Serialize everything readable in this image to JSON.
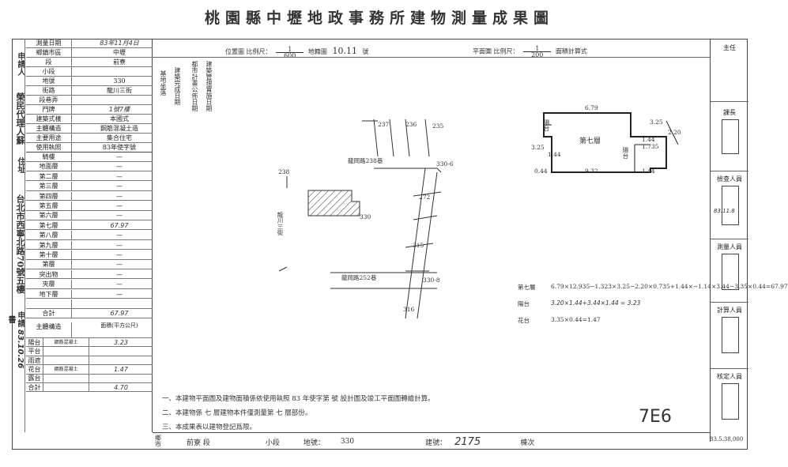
{
  "title": "桃園縣中壢地政事務所建物測量成果圖",
  "header": {
    "location_map_label": "位置圖 比例尺：",
    "location_scale_num": "1",
    "location_scale_den": "600",
    "sheet_label": "地籍圖",
    "sheet_no": "10.11",
    "sheet_suffix": "號",
    "plan_label": "平面圖 比例尺：",
    "plan_scale_num": "1",
    "plan_scale_den": "200",
    "area_method": "面積計算式"
  },
  "left_table": {
    "applicant_label": "申請人",
    "applicant_name": "榮民代理人蘇",
    "date_label": "測量日期",
    "date_value": "83年11月4日",
    "district_label": "鄉鎮市區",
    "district_value": "中壢",
    "section_label": "段",
    "section_value": "前寮",
    "subsection_label": "小段",
    "land_no_label": "地號",
    "land_no_value": "330",
    "street_label": "街路",
    "street_value": "龍川三街",
    "lane_label": "段巷弄",
    "number_label": "門牌",
    "number_value": "1號7樓",
    "material_label": "建築式樣",
    "material_value": "本國式",
    "structure_label": "主體構造",
    "structure_value": "鋼筋混凝土造",
    "use_label": "主要用途",
    "use_value": "集合住宅",
    "permit_label": "使用執照",
    "permit_value": "83年使字號",
    "address_label": "住址",
    "address_value": "台北市西寧北路70號五樓",
    "floors": [
      {
        "label": "騎樓",
        "value": "—"
      },
      {
        "label": "地面層",
        "value": "—"
      },
      {
        "label": "第二層",
        "value": "—"
      },
      {
        "label": "第三層",
        "value": "—"
      },
      {
        "label": "第四層",
        "value": "—"
      },
      {
        "label": "第五層",
        "value": "—"
      },
      {
        "label": "第六層",
        "value": "—"
      },
      {
        "label": "第七層",
        "value": "67.97"
      },
      {
        "label": "第八層",
        "value": "—"
      },
      {
        "label": "第九層",
        "value": "—"
      },
      {
        "label": "第十層",
        "value": "—"
      },
      {
        "label": "第層",
        "value": "—"
      },
      {
        "label": "突出物",
        "value": "—"
      },
      {
        "label": "夾層",
        "value": "—"
      },
      {
        "label": "地下層",
        "value": "—"
      },
      {
        "label": "",
        "value": ""
      },
      {
        "label": "合計",
        "value": "67.97"
      }
    ],
    "reg_date_label": "申請書",
    "reg_date_value": "83.10.26",
    "attach_header": "主體構造",
    "attach_area_label": "面積(平方公尺)",
    "attach": [
      {
        "label": "陽台",
        "structure": "鋼筋混凝土",
        "value": "3.23"
      },
      {
        "label": "平台",
        "structure": "",
        "value": ""
      },
      {
        "label": "雨遮",
        "structure": "",
        "value": ""
      },
      {
        "label": "花台",
        "structure": "鋼筋混凝土",
        "value": "1.47"
      },
      {
        "label": "露台",
        "structure": "",
        "value": ""
      },
      {
        "label": "合計",
        "structure": "",
        "value": "4.70"
      }
    ]
  },
  "vertical_labels": {
    "dates": "建築完成日期",
    "city_plan": "都市計畫公佈日期",
    "permit_date": "建築管理實施日期",
    "survey": "基地坐落"
  },
  "map": {
    "road_top": "龍岡路238巷",
    "road_side": "龍川三街",
    "road_bottom": "龍岡路252巷",
    "lots": [
      "237",
      "236",
      "235",
      "330-6",
      "272",
      "238",
      "330",
      "315",
      "330-8",
      "316"
    ]
  },
  "plan": {
    "floor_label": "第七層",
    "balcony_label": "陽台",
    "flower_label": "花台",
    "dims": [
      "6.79",
      "3.25",
      "2.20",
      "1.44",
      "1.735",
      "3.25",
      "0.44",
      "1.44",
      "9.32",
      "1.44"
    ]
  },
  "calc": [
    {
      "label": "第七層",
      "formula": "6.79×12.935−1.323×3.25−2.20×0.735+1.44×−1.14×3.44−3.35×0.44=67.97"
    },
    {
      "label": "陽台",
      "formula": "3.20×1.44+3.44×1.44 = 3.23"
    },
    {
      "label": "花台",
      "formula": "3.35×0.44=1.47"
    }
  ],
  "notes": [
    "一、本建物平面圖及建物面積係依使用執照 83 年使字第  號 設計圖及竣工平面圖轉繪計算。",
    "二、本建物係  七  層建物本件僅測量第  七  層部份。",
    "三、本成果表以建物登記爲限。"
  ],
  "handwritten": "7E6",
  "footer": {
    "township_label": "鄉市",
    "section": "前寮 段",
    "subsection": "小段",
    "land_label": "地號：",
    "land_no": "330",
    "build_label": "建號：",
    "build_no": "2175",
    "building_label": "棟次",
    "code": "83.5.38,000"
  },
  "right_col": {
    "head": "主任",
    "section_chief": "課長",
    "checker": "檢查人員",
    "surveyor": "測量人員",
    "calculator": "計算人員",
    "verifier": "核定人員",
    "stamp_date": "83.11.8"
  }
}
